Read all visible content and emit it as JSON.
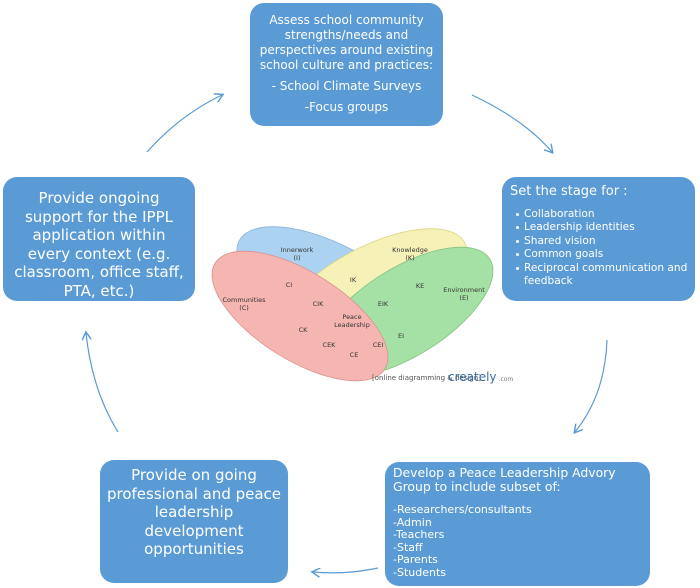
{
  "top_box": {
    "lines": [
      "Assess school community",
      "strengths/needs and",
      "perspectives around existing",
      "school culture and practices:"
    ],
    "item1": "- School Climate Surveys",
    "item2": "-Focus groups"
  },
  "right_box": {
    "heading": "Set the stage for :",
    "items": [
      "Collaboration",
      "Leadership identities",
      "Shared vision",
      "Common goals",
      "Reciprocal communication and feedback"
    ]
  },
  "bottom_right_box": {
    "heading": "Develop a Peace Leadership Advory Group to include subset of:",
    "items": [
      "-Researchers/consultants",
      "-Admin",
      "-Teachers",
      "-Staff",
      "-Parents",
      "-Students"
    ]
  },
  "bottom_left_box": {
    "text": "Provide on going professional and peace leadership development opportunities"
  },
  "left_box": {
    "text": "Provide ongoing support for the IPPL application within every context (e.g. classroom, office staff, PTA, etc.)"
  },
  "venn": {
    "sets": {
      "innerwork": {
        "name": "Innerwork",
        "code": "(I)",
        "color": "#79b8e8"
      },
      "knowledge": {
        "name": "Knowledge",
        "code": "(K)",
        "color": "#f0ea8c"
      },
      "environment": {
        "name": "Environment",
        "code": "(E)",
        "color": "#6fce6f"
      },
      "communities": {
        "name": "Communities",
        "code": "(C)",
        "color": "#ef8a84"
      }
    },
    "regions": {
      "ik": "IK",
      "ci": "CI",
      "ke": "KE",
      "cik": "CIK",
      "eik": "EIK",
      "center": [
        "Peace",
        "Leadership"
      ],
      "ck": "CK",
      "ei": "EI",
      "cek": "CEK",
      "cei": "CEI",
      "ce": "CE"
    },
    "credit": "[online diagramming & design]",
    "logo": "creately",
    "logo_suffix": ".com"
  },
  "colors": {
    "box": "#5b9bd5",
    "arrow": "#5b9bd5"
  }
}
